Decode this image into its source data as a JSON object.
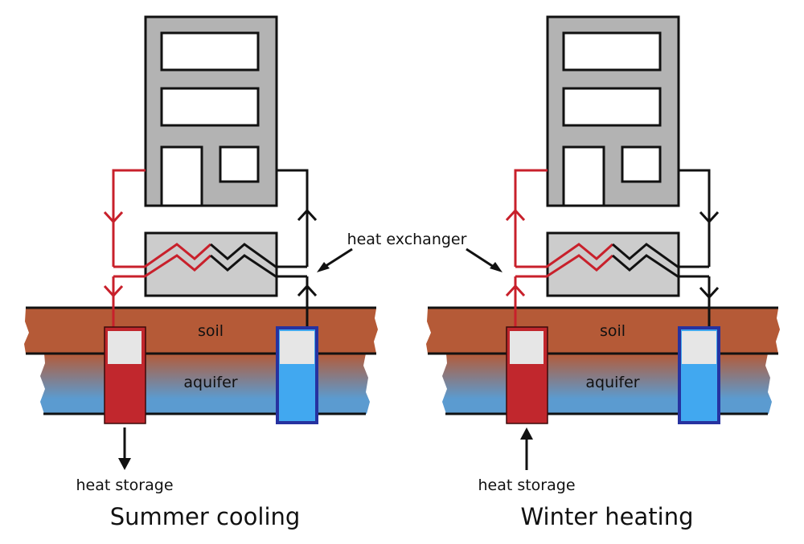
{
  "colors": {
    "building": "#b3b3b3",
    "exchanger": "#cccccc",
    "soil": "#b55a37",
    "aquifer_top": "#b55a37",
    "aquifer_bottom": "#5b9bd0",
    "warm_pipe": "#c8202b",
    "cold_pipe": "#111111",
    "warm_well": "#c1272d",
    "cold_well": "#41a8f0",
    "cold_well_border": "#2632a0",
    "well_empty": "#e6e6e6"
  },
  "labels": {
    "heat_exchanger": "heat exchanger",
    "soil": "soil",
    "aquifer": "aquifer"
  },
  "panels": [
    {
      "id": "summer",
      "title": "Summer cooling",
      "heat_storage_label": "heat storage",
      "warm_flow": "down",
      "cold_flow": "up",
      "storage_arrow": "down"
    },
    {
      "id": "winter",
      "title": "Winter heating",
      "heat_storage_label": "heat storage",
      "warm_flow": "up",
      "cold_flow": "down",
      "storage_arrow": "up"
    }
  ]
}
